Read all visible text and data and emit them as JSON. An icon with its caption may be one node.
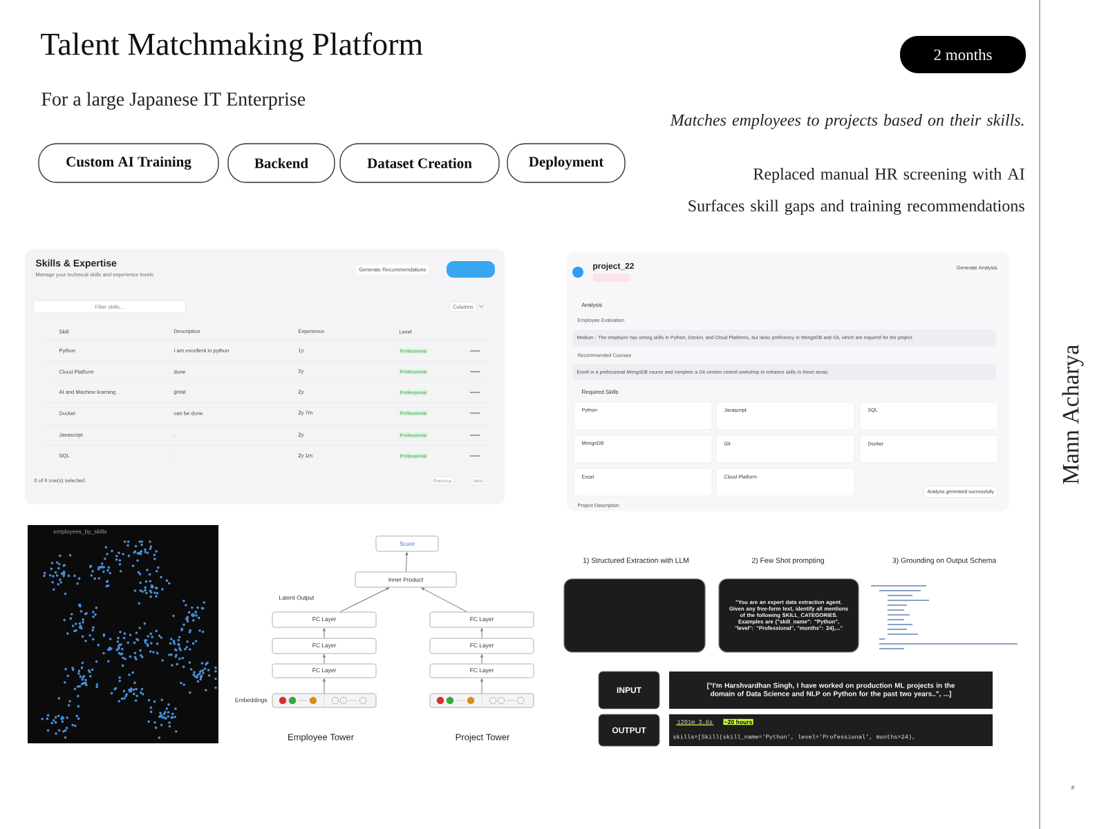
{
  "diagram": {
    "title": "Talent Matchmaking Platform",
    "nodes": [
      {
        "text": [
          "Custom AI Training"
        ]
      },
      {
        "text": [
          "Backend"
        ]
      },
      {
        "text": [
          "Dataset Creation"
        ]
      },
      {
        "text": [
          "Deployment"
        ]
      },
      {
        "text": [
          "2 months"
        ]
      },
      {
        "text": [
          "Score"
        ]
      },
      {
        "text": [
          "Inner Product"
        ]
      },
      {
        "text": [
          "FC Layer"
        ]
      },
      {
        "text": [
          "FC Layer"
        ]
      },
      {
        "text": [
          "FC Layer"
        ]
      },
      {
        "text": [],
        "shape": "box",
        "beside": [
          "Employee Tower"
        ]
      },
      {
        "text": [
          "FC Layer"
        ]
      },
      {
        "text": [
          "FC Layer"
        ]
      },
      {
        "text": [
          "FC Layer"
        ]
      },
      {
        "text": [],
        "shape": "box",
        "beside": [
          "Project Tower"
        ]
      },
      {
        "text": [],
        "shape": "box",
        "beside": [
          "1) Structured Extraction with LLM"
        ]
      },
      {
        "beside": [
          "2) Few Shot prompting"
        ],
        "text": [
          "\"You are an expert data extraction agent. Given any free-form text, identify all mentions of the following SKILL_CATEGORIES. Examples are {\"skill_name\": \"Python\", \"level\": \"Professional\", \"months\": 24},...\""
        ]
      },
      {
        "text": [
          "INPUT"
        ]
      },
      {
        "text": [
          "[\"I'm Harshvardhan Singh, I have worked on production ML projects in the domain of Data Science and NLP on Python for the past two years..\", ...]"
        ]
      },
      {
        "text": [
          "OUTPUT"
        ]
      },
      {
        "text": [
          "1201m 3.6s",
          "~20 hours",
          "skills=[Skill(skill_name='Python', level='Professional', months=24),"
        ]
      }
    ],
    "edges": [
      {
        "from": 10,
        "to": 9,
        "arrow": "to"
      },
      {
        "from": 9,
        "to": 8,
        "arrow": "to"
      },
      {
        "from": 8,
        "to": 7,
        "arrow": "to"
      },
      {
        "from": 7,
        "to": 6,
        "arrow": "to"
      },
      {
        "from": 14,
        "to": 13,
        "arrow": "to"
      },
      {
        "from": 13,
        "to": 12,
        "arrow": "to"
      },
      {
        "from": 12,
        "to": 11,
        "arrow": "to"
      },
      {
        "from": 11,
        "to": 6,
        "arrow": "to"
      },
      {
        "from": 6,
        "to": 5,
        "arrow": "to"
      }
    ],
    "labels": [
      "For a large Japanese IT Enterprise",
      "Matches employees to projects based on their skills.",
      "Replaced manual HR screening with AI",
      "Surfaces skill gaps and training recommendations",
      "Skills & Expertise",
      "Manage your technical skills and experience levels",
      "Generate Recommendations",
      "Filter skills...",
      "Columns",
      "Skill",
      "Description",
      "Experience",
      "Level",
      "Python",
      "I am excellent in python",
      "1y",
      "Professional",
      "Cloud Platform",
      "done",
      "2y",
      "Professional",
      "AI and Machine learning",
      "great",
      "2y",
      "Professional",
      "Docker",
      "can be done",
      "2y 7m",
      "Professional",
      "Javascript",
      ".",
      "2y",
      "Professional",
      "SQL",
      ".",
      "2y 1m",
      "Professional",
      "0 of 6 row(s) selected.",
      "Previous",
      "Next",
      "project_22",
      "Generate Analysis",
      "Analysis",
      "Employee Evaluation",
      "Medium - The employee has strong skills in Python, Docker, and Cloud Platforms, but lacks proficiency in MongoDB and Git, which are required for the project.",
      "Recommended Courses",
      "Enroll in a professional MongoDB course and complete a Git version control workshop to enhance skills in these areas.",
      "Required Skills",
      "Python",
      "Javascript",
      "SQL",
      "MongoDB",
      "Git",
      "Docker",
      "Excel",
      "Cloud Platform",
      "Analysis generated successfully",
      "Project Description",
      "Mann Acharya",
      "employees_by_skills",
      "Latent Output",
      "Embeddings",
      "3) Grounding on Output Schema",
      "#"
    ]
  }
}
